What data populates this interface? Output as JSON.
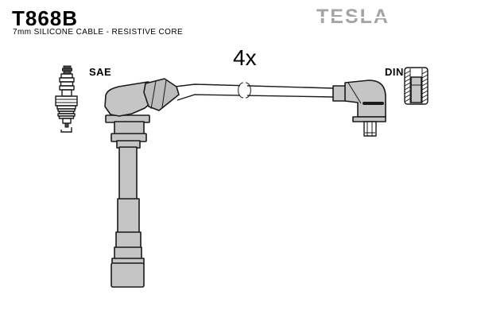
{
  "header": {
    "part_number": "T868B",
    "subtitle": "7mm SILICONE CABLE - RESISTIVE CORE",
    "brand": "TESLA"
  },
  "diagram": {
    "quantity_label": "4x",
    "plug_end_label": "SAE",
    "distributor_end_label": "DIN",
    "icons": [
      "spark-plug-icon",
      "din-terminal-icon",
      "ignition-cable-drawing"
    ],
    "description": "Ignition cable set drawing: long spark-plug boot with cable to 90-degree DIN distributor connector"
  },
  "colors": {
    "outline": "#1a1a1a",
    "part_fill": "#c5c5c5",
    "part_fill_dark": "#bcbcbc",
    "brand_gray": "#a4a4a4",
    "background": "#ffffff"
  }
}
